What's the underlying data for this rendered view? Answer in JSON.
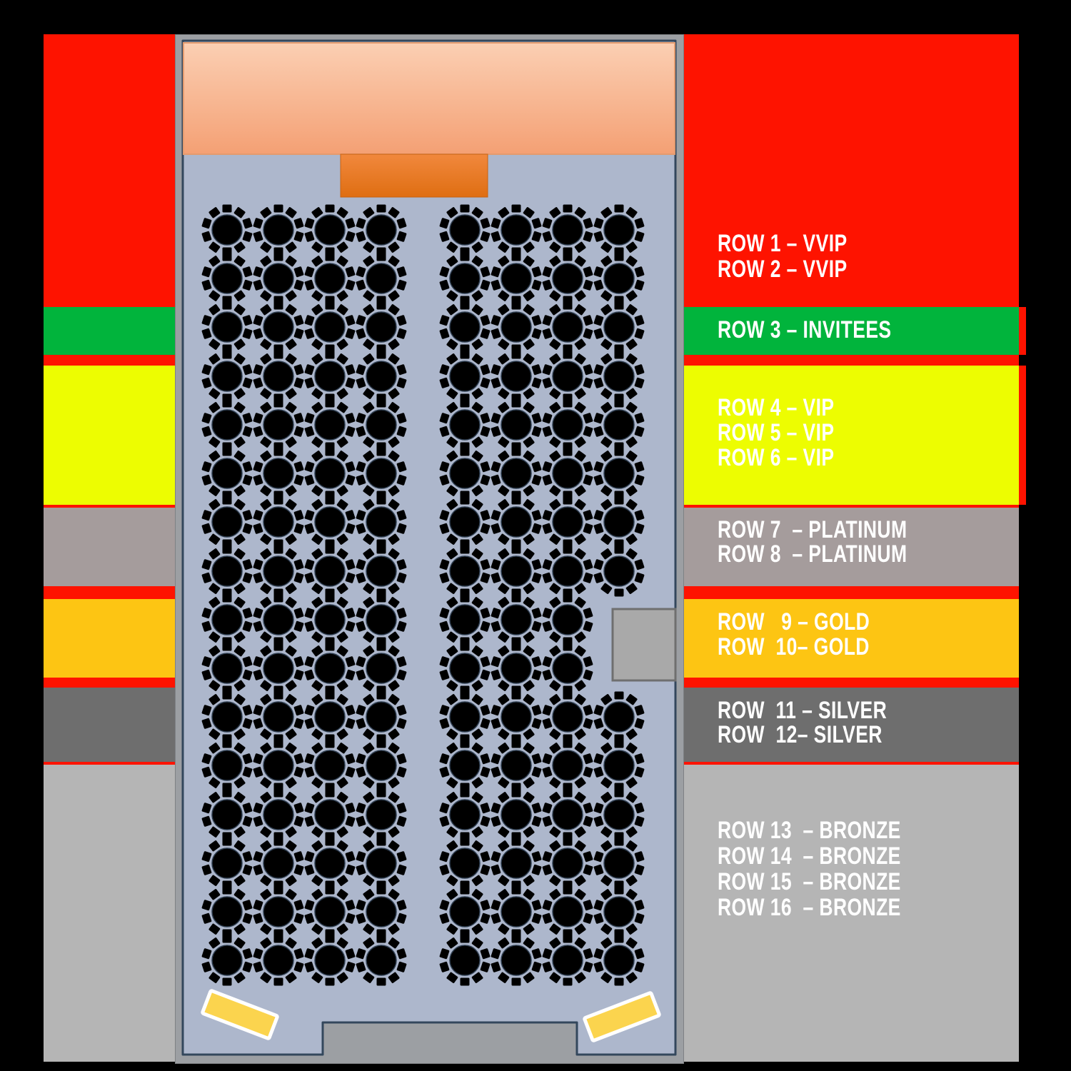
{
  "diagram": {
    "type": "banquet-seating-floor-plan",
    "legend_sections": [
      {
        "id": "vvip",
        "category": "VVIP",
        "color": "#FE1300",
        "text_color": "#FFFFFF",
        "rows": [
          1,
          2
        ],
        "lines": [
          "ROW 1 – VVIP",
          "ROW 2 – VVIP"
        ]
      },
      {
        "id": "invitees",
        "category": "INVITEES",
        "color": "#01B43C",
        "text_color": "#FFFFFF",
        "rows": [
          3
        ],
        "lines": [
          "ROW 3 – INVITEES"
        ]
      },
      {
        "id": "vip",
        "category": "VIP",
        "color": "#EDFD01",
        "text_color": "#FFFFFF",
        "rows": [
          4,
          5,
          6
        ],
        "lines": [
          "ROW 4 – VIP",
          "ROW 5 – VIP",
          "ROW 6 – VIP"
        ]
      },
      {
        "id": "platinum",
        "category": "PLATINUM",
        "color": "#A59C9C",
        "text_color": "#FFFFFF",
        "rows": [
          7,
          8
        ],
        "lines": [
          "ROW 7  – PLATINUM",
          "ROW 8  – PLATINUM"
        ]
      },
      {
        "id": "gold",
        "category": "GOLD",
        "color": "#FDC513",
        "text_color": "#FFFFFF",
        "rows": [
          9,
          10
        ],
        "lines": [
          "ROW   9 – GOLD",
          "ROW  10– GOLD"
        ]
      },
      {
        "id": "silver",
        "category": "SILVER",
        "color": "#6E6E6E",
        "text_color": "#FFFFFF",
        "rows": [
          11,
          12
        ],
        "lines": [
          "ROW  11 – SILVER",
          "ROW  12– SILVER"
        ]
      },
      {
        "id": "bronze",
        "category": "BRONZE",
        "color": "#B5B5B5",
        "text_color": "#FFFFFF",
        "rows": [
          13,
          14,
          15,
          16
        ],
        "lines": [
          "ROW 13  – BRONZE",
          "ROW 14  – BRONZE",
          "ROW 15  – BRONZE",
          "ROW 16  – BRONZE"
        ]
      }
    ],
    "separator_color": "#FE1300",
    "floorplan": {
      "floor_color": "#ADB7CC",
      "floor_border_color": "#33475C",
      "wall_color": "#9C9FA3",
      "stage": {
        "gradient_top": "#FBCFB3",
        "gradient_bottom": "#F4A074",
        "border": "#E39B6F"
      },
      "podium": {
        "gradient_top": "#F1883D",
        "gradient_bottom": "#DF6E12"
      },
      "door_inset": {
        "fill": "#A9A9A9",
        "border": "#6F6F6F"
      },
      "ramps": {
        "fill": "#FBD44E",
        "border": "#FFFFFF"
      },
      "tables": {
        "shape": "round-table-10-seats",
        "color": "#000000",
        "left_block_columns_x": [
          318,
          390,
          462,
          534
        ],
        "right_block_columns_x": [
          651,
          723,
          795,
          867
        ],
        "row_count": 16,
        "row_y": [
          322,
          390,
          458,
          527,
          595,
          663,
          731,
          800,
          868,
          936,
          1004,
          1072,
          1141,
          1209,
          1277,
          1345
        ],
        "missing_tables": [
          {
            "block": "right",
            "row": 9,
            "col": 4
          },
          {
            "block": "right",
            "row": 10,
            "col": 4
          }
        ],
        "total_tables": 126
      }
    }
  }
}
